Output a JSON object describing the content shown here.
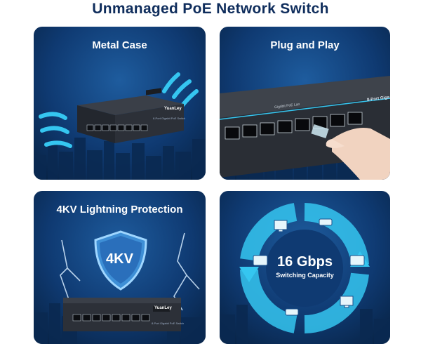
{
  "page_title": "Unmanaged PoE Network Switch",
  "panels": {
    "metal_case": {
      "title": "Metal Case",
      "vendor": "YuanLey",
      "model": "8-Port Gigabit PoE Switch"
    },
    "plug_and_play": {
      "title": "Plug and Play",
      "port_label": "Gigabit PoE Lan",
      "side_label": "8-Port Giga"
    },
    "lightning": {
      "title": "4KV Lightning Protection",
      "badge": "4KV",
      "vendor": "YuanLey",
      "model": "8-Port Gigabit PoE Switch"
    },
    "switching": {
      "value": "16 Gbps",
      "caption": "Switching Capacity"
    }
  },
  "colors": {
    "panel_dark": "#07203f",
    "accent_cyan": "#35b9e8",
    "title_navy": "#0f2d5c"
  },
  "icons": [
    "airflow-arrow-icon",
    "shield-icon",
    "lightning-icon",
    "camera-icon",
    "monitor-icon",
    "cycle-arrows-icon"
  ]
}
